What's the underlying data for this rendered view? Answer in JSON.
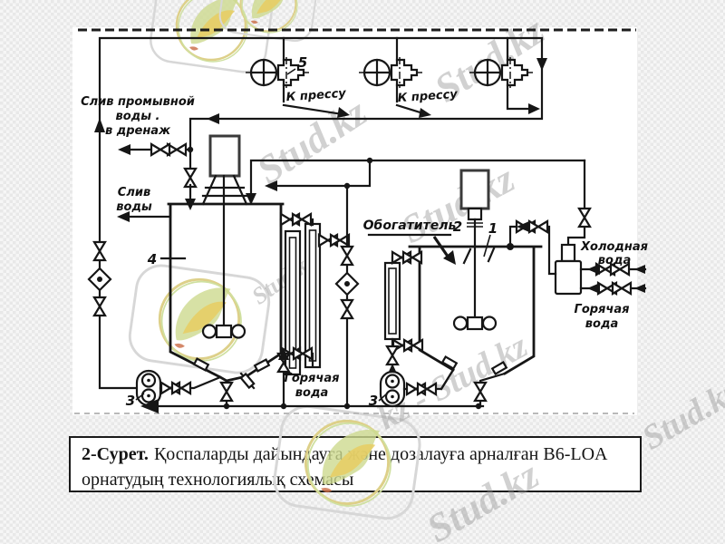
{
  "page": {
    "background_pattern_color": "#e8e8e8",
    "paper_color": "#ffffff"
  },
  "watermark": {
    "brand": "Stud.kz",
    "brand_alt": "kz - Stud.kz",
    "color": "#8f8f8f"
  },
  "caption": {
    "figure_label": "2-Сурет.",
    "text": "Қоспаларды дайындауға және дозалауға арналған В6-LOA орнатудың технологиялық схемасы"
  },
  "diagram": {
    "ink_color": "#161616",
    "labels": {
      "drain_wash": [
        "Слив промывной",
        "воды .",
        "в дренаж"
      ],
      "drain_water": [
        "Слив",
        "воды"
      ],
      "to_press_1": "К прессу",
      "to_press_2": "К прессу",
      "enricher": "Обогатитель",
      "cold_water": [
        "Холодная",
        "вода"
      ],
      "hot_water_right": [
        "Горячая",
        "вода"
      ],
      "hot_water_mid": [
        "Горячая",
        "вода"
      ],
      "num_pump_top": "5",
      "num_tank_left": "4",
      "num_agitator": "2",
      "num_vessel": "1",
      "num_pump_left": "3",
      "num_pump_mid": "3"
    }
  }
}
